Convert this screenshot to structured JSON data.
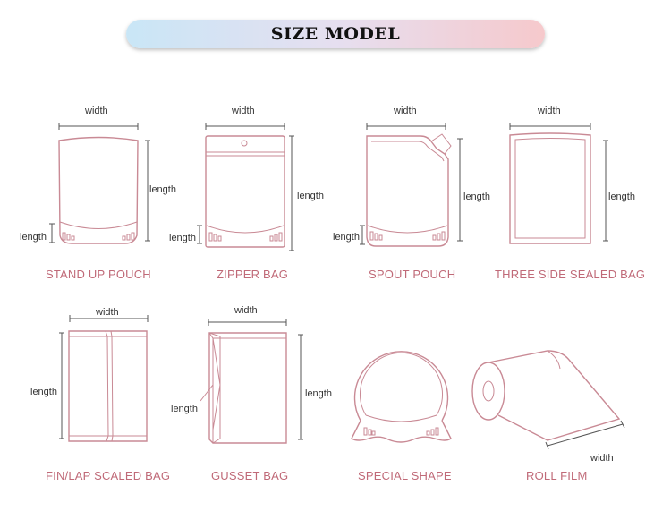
{
  "header": {
    "title": "SIZE MODEL"
  },
  "dimension_labels": {
    "width": "width",
    "length": "length"
  },
  "items": [
    {
      "name": "STAND UP POUCH"
    },
    {
      "name": "ZIPPER BAG"
    },
    {
      "name": "SPOUT POUCH"
    },
    {
      "name": "THREE SIDE SEALED BAG"
    },
    {
      "name": "FIN/LAP SCALED BAG"
    },
    {
      "name": "GUSSET BAG"
    },
    {
      "name": "SPECIAL SHAPE"
    },
    {
      "name": "ROLL FILM"
    }
  ],
  "colors": {
    "accent": "#c06a78",
    "outline": "#c98a95",
    "banner_left": "#c9e6f6",
    "banner_right": "#f6c9cc"
  }
}
